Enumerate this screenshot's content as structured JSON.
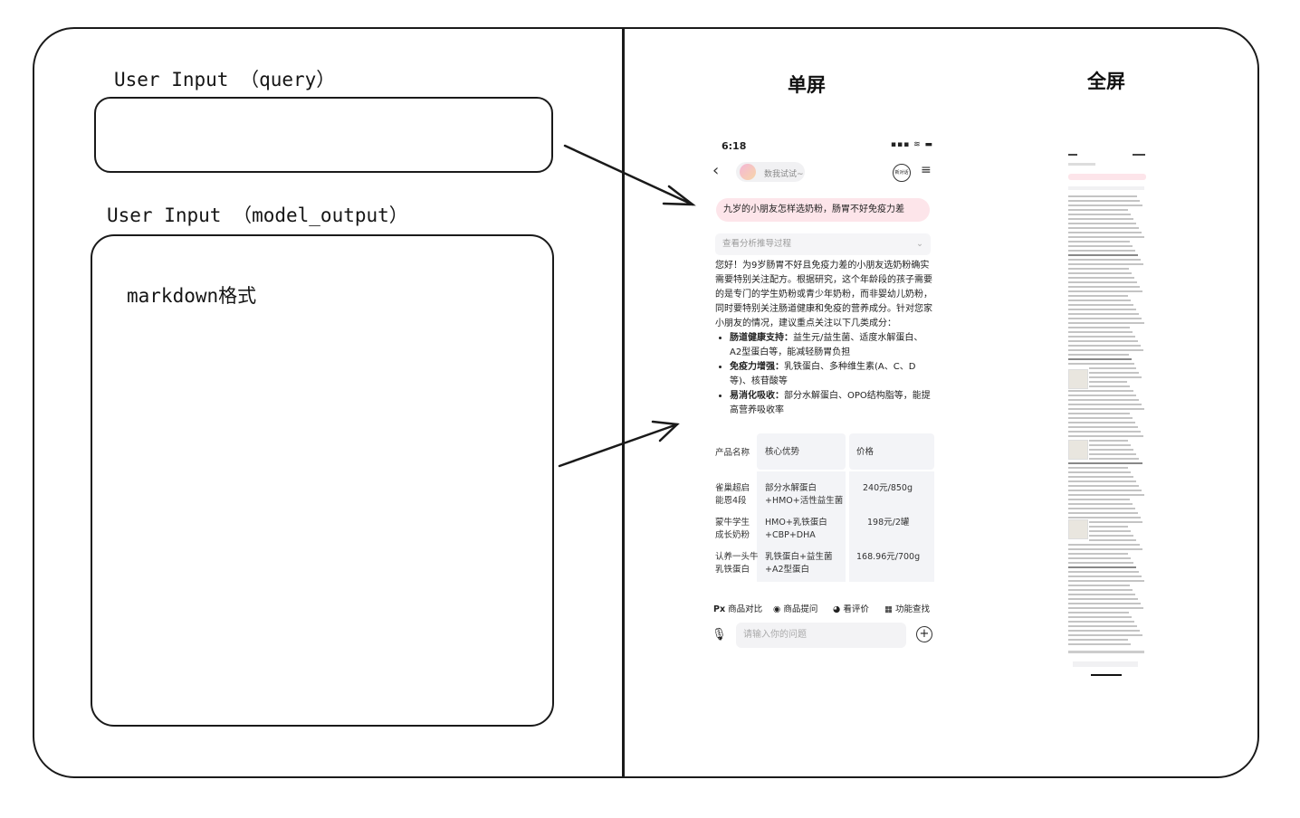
{
  "left_panel": {
    "query_label": "User Input （query）",
    "output_label": "User Input （model_output）",
    "output_box_text": "markdown格式"
  },
  "right_panel": {
    "single_title": "单屏",
    "full_title": "全屏"
  },
  "phone": {
    "time": "6:18",
    "status_icons": "▪▪▪ ≋ ▬",
    "back_icon": "‹",
    "agent_name": "数我试试~",
    "new_chat": "新对话",
    "menu_icon": "≡",
    "query": "九岁的小朋友怎样选奶粉，肠胃不好免疫力差",
    "reasoning_label": "查看分析推导过程",
    "reasoning_chevron": "⌄",
    "answer_intro": "您好！为9岁肠胃不好且免疫力差的小朋友选奶粉确实需要特别关注配方。根据研究，这个年龄段的孩子需要的是专门的学生奶粉或青少年奶粉，而非婴幼儿奶粉，同时要特别关注肠道健康和免疫的营养成分。针对您家小朋友的情况，建议重点关注以下几类成分：",
    "bullets": [
      {
        "bold": "肠道健康支持：",
        "text": "益生元/益生菌、适度水解蛋白、A2型蛋白等，能减轻肠胃负担"
      },
      {
        "bold": "免疫力增强：",
        "text": "乳铁蛋白、多种维生素(A、C、D等)、核苷酸等"
      },
      {
        "bold": "易消化吸收：",
        "text": "部分水解蛋白、OPO结构脂等，能提高营养吸收率"
      }
    ],
    "table": {
      "headers": [
        "产品名称",
        "核心优势",
        "价格"
      ],
      "rows": [
        [
          "雀巢超启能恩4段",
          "部分水解蛋白+HMO+活性益生菌",
          "240元/850g"
        ],
        [
          "蒙牛学生成长奶粉",
          "HMO+乳铁蛋白+CBP+DHA",
          "198元/2罐"
        ],
        [
          "认养一头牛乳铁蛋白",
          "乳铁蛋白+益生菌+A2型蛋白",
          "168.96元/700g"
        ]
      ]
    },
    "tools": [
      {
        "icon": "Px",
        "label": "商品对比"
      },
      {
        "icon": "◉",
        "label": "商品提问"
      },
      {
        "icon": "◕",
        "label": "看评价"
      },
      {
        "icon": "▦",
        "label": "功能查找"
      }
    ],
    "input_placeholder": "请输入你的问题",
    "mic_icon": "🎙",
    "plus_icon": "+"
  }
}
